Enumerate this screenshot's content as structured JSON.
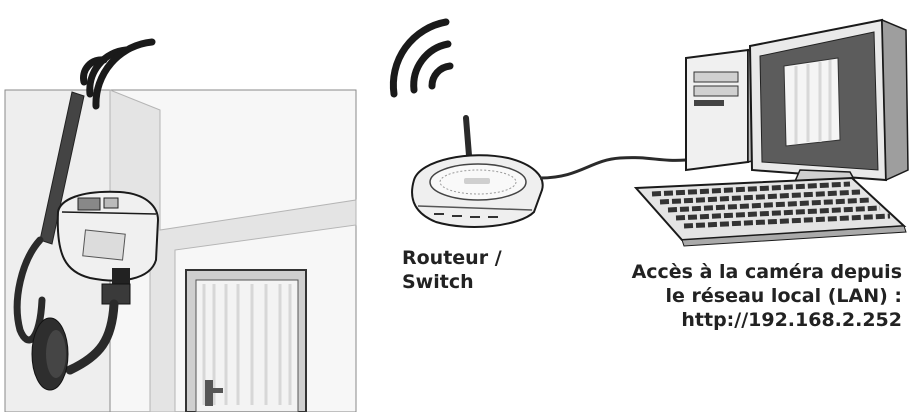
{
  "router_label": {
    "line1": "Routeur /",
    "line2": "Switch"
  },
  "lan_access": {
    "line1": "Accès à la caméra depuis",
    "line2": "le réseau local (LAN) :",
    "line3": "http://192.168.2.252"
  },
  "colors": {
    "line": "#1a1a1a",
    "wall_light": "#ededed",
    "wall_mid": "#d9d9d9",
    "device": "#f2f2f2",
    "screen": "#5c5c5c",
    "text": "#222222"
  },
  "icons": [
    "wifi-waves-icon",
    "ip-camera-icon",
    "router-icon",
    "desktop-computer-icon",
    "keyboard-icon",
    "door-icon"
  ]
}
